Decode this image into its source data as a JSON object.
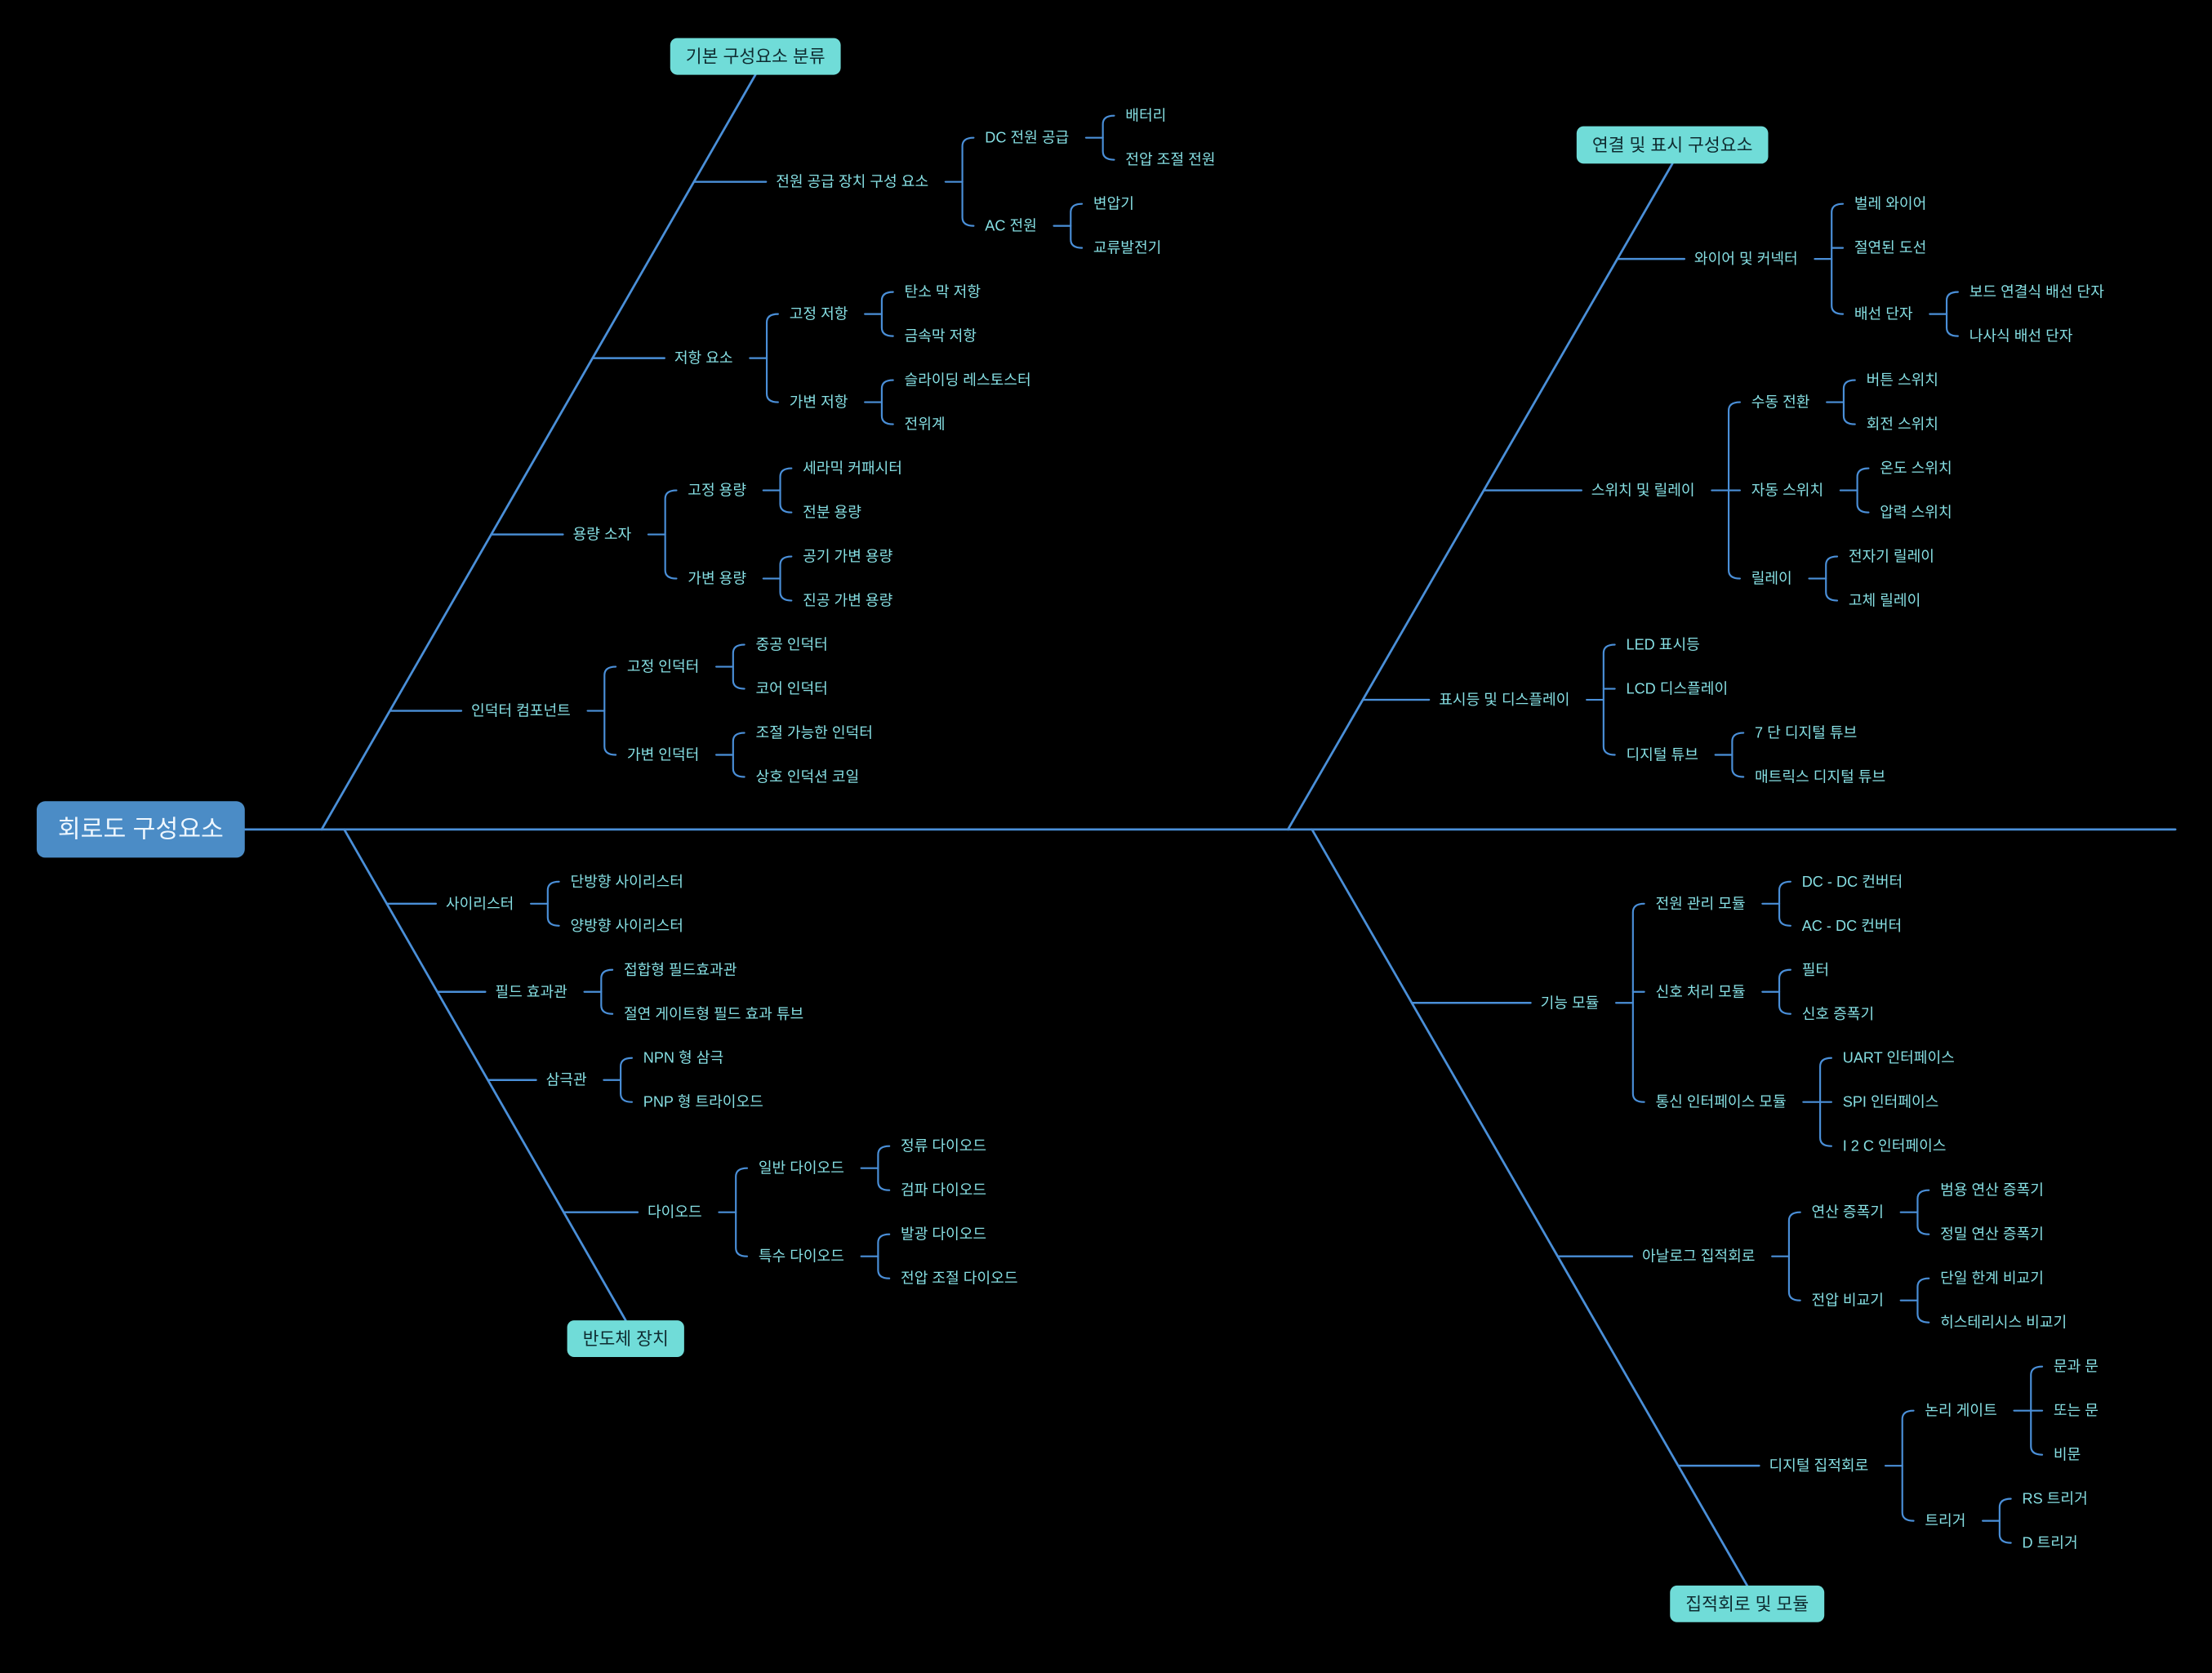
{
  "colors": {
    "background": "#000000",
    "connector": "#4a8fd8",
    "topic_text": "#86dfe3",
    "category_fill": "#70dcd8",
    "category_text": "#0e2b30",
    "root_fill": "#4b8cc6",
    "root_text": "#eef7ff"
  },
  "root": {
    "label": "회로도 구성요소"
  },
  "categories": [
    {
      "label": "기본 구성요소 분류",
      "items": [
        {
          "label": "전원 공급 장치 구성 요소",
          "items": [
            {
              "label": "DC 전원 공급",
              "items": [
                {
                  "label": "배터리"
                },
                {
                  "label": "전압 조절 전원"
                }
              ]
            },
            {
              "label": "AC 전원",
              "items": [
                {
                  "label": "변압기"
                },
                {
                  "label": "교류발전기"
                }
              ]
            }
          ]
        },
        {
          "label": "저항 요소",
          "items": [
            {
              "label": "고정 저항",
              "items": [
                {
                  "label": "탄소 막 저항"
                },
                {
                  "label": "금속막 저항"
                }
              ]
            },
            {
              "label": "가변 저항",
              "items": [
                {
                  "label": "슬라이딩 레스토스터"
                },
                {
                  "label": "전위계"
                }
              ]
            }
          ]
        },
        {
          "label": "용량 소자",
          "items": [
            {
              "label": "고정 용량",
              "items": [
                {
                  "label": "세라믹 커패시터"
                },
                {
                  "label": "전분 용량"
                }
              ]
            },
            {
              "label": "가변 용량",
              "items": [
                {
                  "label": "공기 가변 용량"
                },
                {
                  "label": "진공 가변 용량"
                }
              ]
            }
          ]
        },
        {
          "label": "인덕터 컴포넌트",
          "items": [
            {
              "label": "고정 인덕터",
              "items": [
                {
                  "label": "중공 인덕터"
                },
                {
                  "label": "코어 인덕터"
                }
              ]
            },
            {
              "label": "가변 인덕터",
              "items": [
                {
                  "label": "조절 가능한 인덕터"
                },
                {
                  "label": "상호 인덕션 코일"
                }
              ]
            }
          ]
        }
      ]
    },
    {
      "label": "반도체 장치",
      "items": [
        {
          "label": "사이리스터",
          "items": [
            {
              "label": "단방향 사이리스터"
            },
            {
              "label": "양방향 사이리스터"
            }
          ]
        },
        {
          "label": "필드 효과관",
          "items": [
            {
              "label": "접합형 필드효과관"
            },
            {
              "label": "절연 게이트형 필드 효과 튜브"
            }
          ]
        },
        {
          "label": "삼극관",
          "items": [
            {
              "label": "NPN 형 삼극"
            },
            {
              "label": "PNP 형 트라이오드"
            }
          ]
        },
        {
          "label": "다이오드",
          "items": [
            {
              "label": "일반 다이오드",
              "items": [
                {
                  "label": "정류 다이오드"
                },
                {
                  "label": "검파 다이오드"
                }
              ]
            },
            {
              "label": "특수 다이오드",
              "items": [
                {
                  "label": "발광 다이오드"
                },
                {
                  "label": "전압 조절 다이오드"
                }
              ]
            }
          ]
        }
      ]
    },
    {
      "label": "연결 및 표시 구성요소",
      "items": [
        {
          "label": "와이어 및 커넥터",
          "items": [
            {
              "label": "벌레 와이어"
            },
            {
              "label": "절연된 도선"
            },
            {
              "label": "배선 단자",
              "items": [
                {
                  "label": "보드 연결식 배선 단자"
                },
                {
                  "label": "나사식 배선 단자"
                }
              ]
            }
          ]
        },
        {
          "label": "스위치 및 릴레이",
          "items": [
            {
              "label": "수동 전환",
              "items": [
                {
                  "label": "버튼 스위치"
                },
                {
                  "label": "회전 스위치"
                }
              ]
            },
            {
              "label": "자동 스위치",
              "items": [
                {
                  "label": "온도 스위치"
                },
                {
                  "label": "압력 스위치"
                }
              ]
            },
            {
              "label": "릴레이",
              "items": [
                {
                  "label": "전자기 릴레이"
                },
                {
                  "label": "고체 릴레이"
                }
              ]
            }
          ]
        },
        {
          "label": "표시등 및 디스플레이",
          "items": [
            {
              "label": "LED 표시등"
            },
            {
              "label": "LCD 디스플레이"
            },
            {
              "label": "디지털 튜브",
              "items": [
                {
                  "label": "7 단 디지털 튜브"
                },
                {
                  "label": "매트릭스 디지털 튜브"
                }
              ]
            }
          ]
        }
      ]
    },
    {
      "label": "집적회로 및 모듈",
      "items": [
        {
          "label": "기능 모듈",
          "items": [
            {
              "label": "전원 관리 모듈",
              "items": [
                {
                  "label": "DC - DC 컨버터"
                },
                {
                  "label": "AC - DC 컨버터"
                }
              ]
            },
            {
              "label": "신호 처리 모듈",
              "items": [
                {
                  "label": "필터"
                },
                {
                  "label": "신호 증폭기"
                }
              ]
            },
            {
              "label": "통신 인터페이스 모듈",
              "items": [
                {
                  "label": "UART 인터페이스"
                },
                {
                  "label": "SPI 인터페이스"
                },
                {
                  "label": "I 2 C 인터페이스"
                }
              ]
            }
          ]
        },
        {
          "label": "아날로그 집적회로",
          "items": [
            {
              "label": "연산 증폭기",
              "items": [
                {
                  "label": "범용 연산 증폭기"
                },
                {
                  "label": "정밀 연산 증폭기"
                }
              ]
            },
            {
              "label": "전압 비교기",
              "items": [
                {
                  "label": "단일 한계 비교기"
                },
                {
                  "label": "히스테리시스 비교기"
                }
              ]
            }
          ]
        },
        {
          "label": "디지털 집적회로",
          "items": [
            {
              "label": "논리 게이트",
              "items": [
                {
                  "label": "문과 문"
                },
                {
                  "label": "또는 문"
                },
                {
                  "label": "비문"
                }
              ]
            },
            {
              "label": "트리거",
              "items": [
                {
                  "label": "RS 트리거"
                },
                {
                  "label": "D 트리거"
                }
              ]
            }
          ]
        }
      ]
    }
  ]
}
